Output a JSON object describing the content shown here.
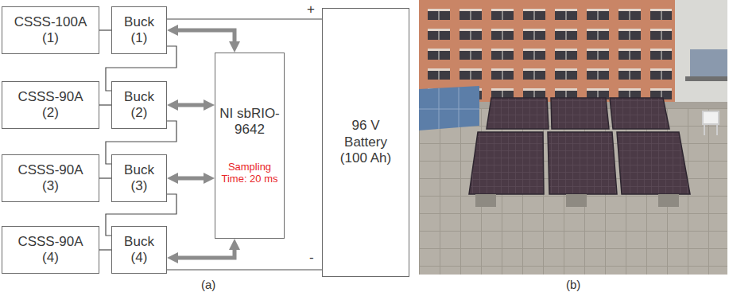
{
  "diagram": {
    "nodes": [
      {
        "text": [
          "CSSS-100A (1)"
        ]
      },
      {
        "text": [
          "Buck (1)"
        ]
      },
      {
        "text": [
          "CSSS-90A (2)"
        ]
      },
      {
        "text": [
          "Buck (2)"
        ]
      },
      {
        "text": [
          "CSSS-90A (3)"
        ]
      },
      {
        "text": [
          "Buck (3)"
        ]
      },
      {
        "text": [
          "CSSS-90A (4)"
        ]
      },
      {
        "text": [
          "Buck (4)"
        ]
      },
      {
        "text": [
          "NI sbRIO-9642",
          "Sampling Time: 20 ms"
        ]
      },
      {
        "text": [
          "96 V Battery (100 Ah)"
        ]
      }
    ],
    "edges": [
      {
        "from": 0,
        "to": 1,
        "arrow": "none"
      },
      {
        "from": 2,
        "to": 3,
        "arrow": "none"
      },
      {
        "from": 4,
        "to": 5,
        "arrow": "none"
      },
      {
        "from": 6,
        "to": 7,
        "arrow": "none"
      },
      {
        "from": 1,
        "to": 8,
        "arrow": "both"
      },
      {
        "from": 3,
        "to": 8,
        "arrow": "both"
      },
      {
        "from": 5,
        "to": 8,
        "arrow": "both"
      },
      {
        "from": 7,
        "to": 8,
        "arrow": "both"
      },
      {
        "from": 1,
        "to": 9,
        "arrow": "none"
      },
      {
        "from": 1,
        "to": 3,
        "arrow": "none"
      },
      {
        "from": 3,
        "to": 5,
        "arrow": "none"
      },
      {
        "from": 5,
        "to": 7,
        "arrow": "none"
      },
      {
        "from": 7,
        "to": 9,
        "arrow": "none"
      }
    ],
    "labels": [
      "+",
      "-",
      "(a)",
      "(b)"
    ]
  }
}
